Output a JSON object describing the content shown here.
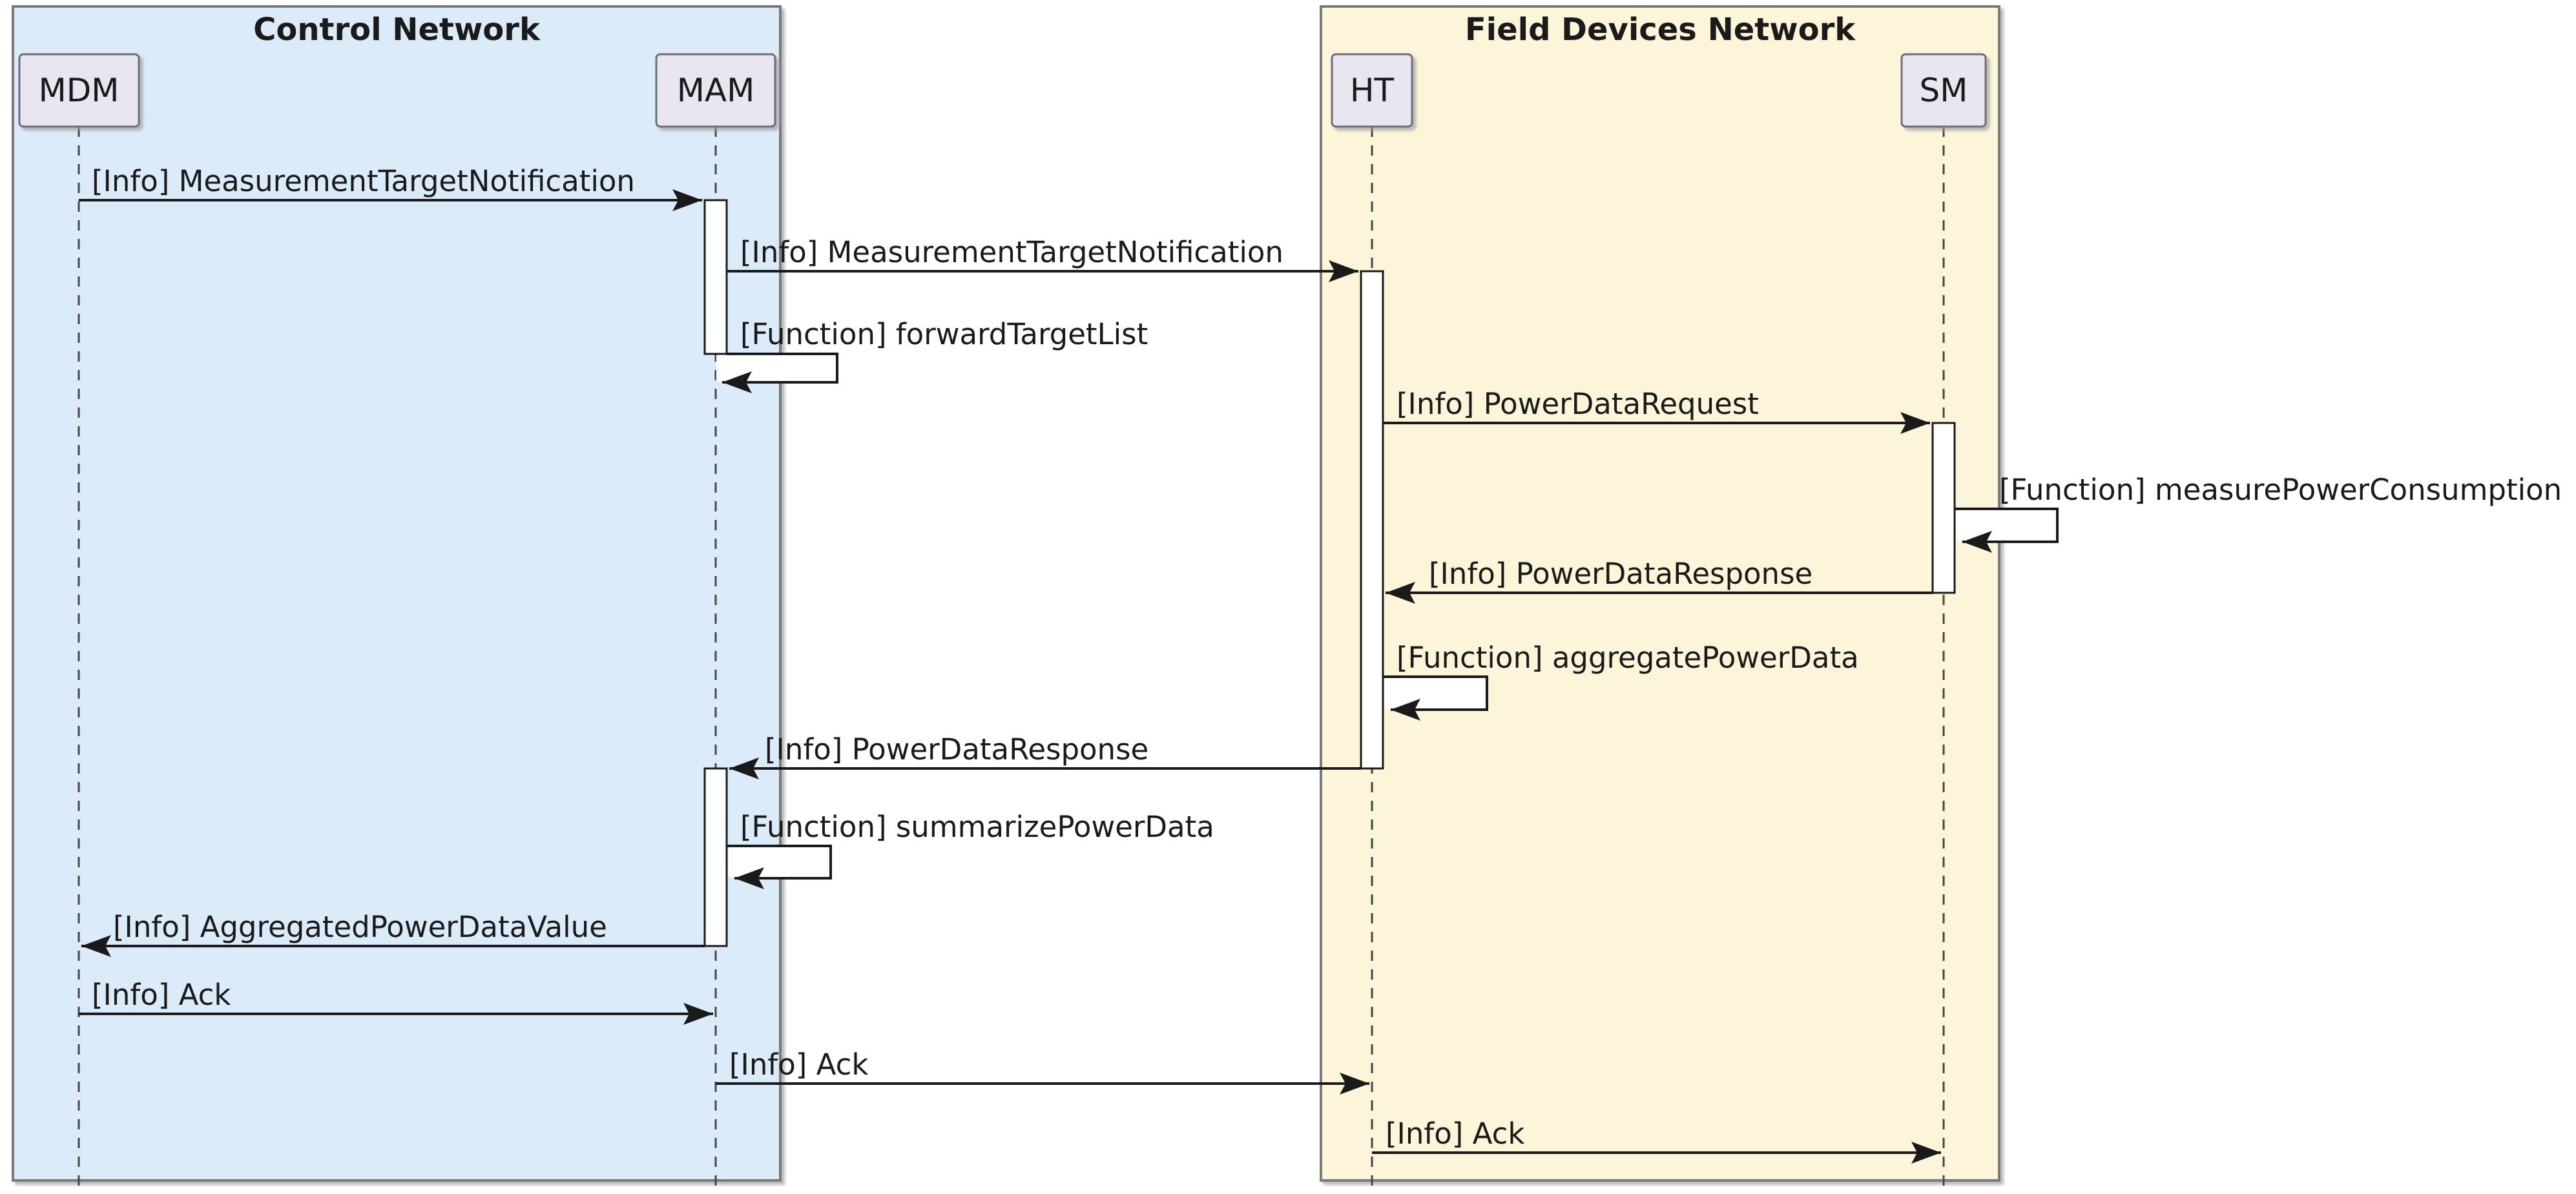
{
  "diagram": {
    "type": "sequence-diagram",
    "frames": [
      {
        "label": "Control Network",
        "fill": "#dcebfa"
      },
      {
        "label": "Field Devices Network",
        "fill": "#fcf5da"
      }
    ],
    "participants": [
      {
        "id": "MDM",
        "frame": "Control Network"
      },
      {
        "id": "MAM",
        "frame": "Control Network"
      },
      {
        "id": "HT",
        "frame": "Field Devices Network"
      },
      {
        "id": "SM",
        "frame": "Field Devices Network"
      }
    ],
    "colors": {
      "participant_fill": "#e9e6f2",
      "frame_border": "#7a7a7a",
      "arrow": "#1a1a1a",
      "control_frame_fill": "#dcebfa",
      "field_frame_fill": "#fcf5da"
    },
    "messages": [
      {
        "seq": 1,
        "from": "MDM",
        "to": "MAM",
        "kind": "info",
        "label": "[Info] MeasurementTargetNotification"
      },
      {
        "seq": 2,
        "from": "MAM",
        "to": "HT",
        "kind": "info",
        "label": "[Info] MeasurementTargetNotification"
      },
      {
        "seq": 3,
        "from": "MAM",
        "to": "MAM",
        "kind": "function",
        "label": "[Function] forwardTargetList"
      },
      {
        "seq": 4,
        "from": "HT",
        "to": "SM",
        "kind": "info",
        "label": "[Info] PowerDataRequest"
      },
      {
        "seq": 5,
        "from": "SM",
        "to": "SM",
        "kind": "function",
        "label": "[Function] measurePowerConsumption"
      },
      {
        "seq": 6,
        "from": "SM",
        "to": "HT",
        "kind": "info",
        "label": "[Info] PowerDataResponse"
      },
      {
        "seq": 7,
        "from": "HT",
        "to": "HT",
        "kind": "function",
        "label": "[Function] aggregatePowerData"
      },
      {
        "seq": 8,
        "from": "HT",
        "to": "MAM",
        "kind": "info",
        "label": "[Info] PowerDataResponse"
      },
      {
        "seq": 9,
        "from": "MAM",
        "to": "MAM",
        "kind": "function",
        "label": "[Function] summarizePowerData"
      },
      {
        "seq": 10,
        "from": "MAM",
        "to": "MDM",
        "kind": "info",
        "label": "[Info] AggregatedPowerDataValue"
      },
      {
        "seq": 11,
        "from": "MDM",
        "to": "MAM",
        "kind": "info",
        "label": "[Info] Ack"
      },
      {
        "seq": 12,
        "from": "MAM",
        "to": "HT",
        "kind": "info",
        "label": "[Info] Ack"
      },
      {
        "seq": 13,
        "from": "HT",
        "to": "SM",
        "kind": "info",
        "label": "[Info] Ack"
      }
    ]
  }
}
